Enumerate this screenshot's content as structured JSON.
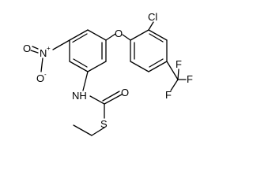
{
  "molecule": {
    "atoms": {
      "cl": "Cl",
      "o_ether": "O",
      "f_top": "F",
      "f_left": "F",
      "f_bottom": "F",
      "n_nitro": "N",
      "o_nitro_top": "O",
      "o_nitro_bottom": "O",
      "nh": "NH",
      "o_carbonyl": "O",
      "s": "S"
    },
    "charges": {
      "n_plus": "+",
      "o_minus": "-"
    }
  }
}
